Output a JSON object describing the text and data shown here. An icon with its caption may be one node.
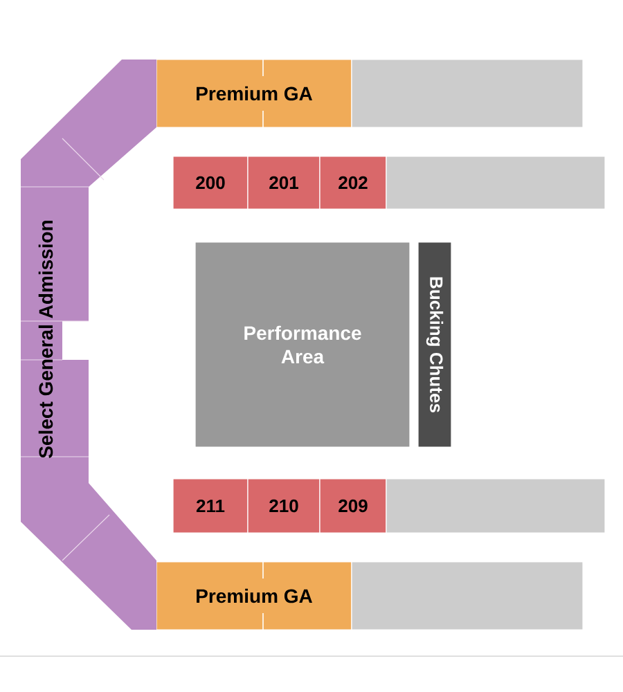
{
  "diagram": {
    "nodes": [
      {
        "text": [
          "Premium GA"
        ]
      },
      {
        "text": [],
        "shape": "box"
      },
      {
        "text": [
          "200"
        ]
      },
      {
        "text": [
          "201"
        ]
      },
      {
        "text": [
          "202"
        ]
      },
      {
        "text": [],
        "shape": "box"
      },
      {
        "text": [
          "Performance Area"
        ]
      },
      {
        "text": [
          "Bucking Chutes"
        ]
      },
      {
        "text": [
          "211"
        ]
      },
      {
        "text": [
          "210"
        ]
      },
      {
        "text": [
          "209"
        ]
      },
      {
        "text": [],
        "shape": "box"
      },
      {
        "text": [
          "Premium GA"
        ]
      },
      {
        "text": [],
        "shape": "box"
      },
      {
        "text": [
          "Select General Admission"
        ]
      }
    ]
  }
}
